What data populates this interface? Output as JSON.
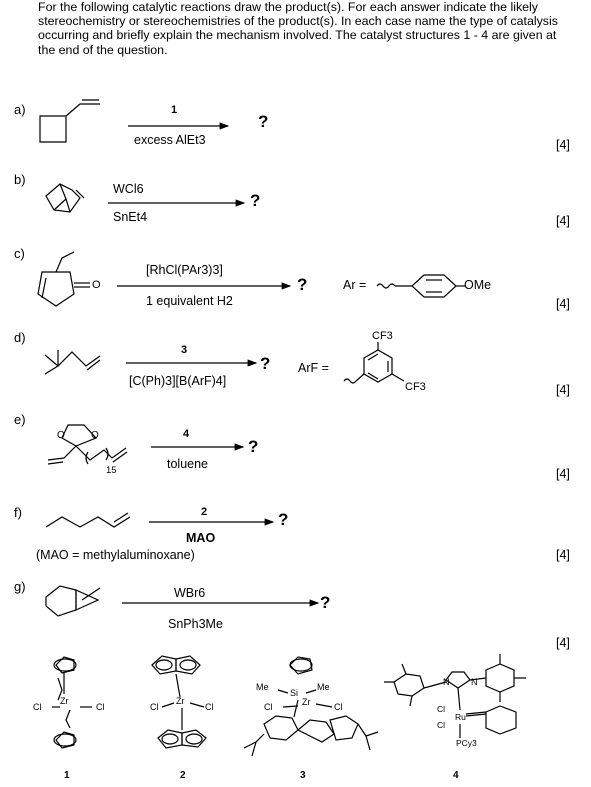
{
  "intro": "For the following catalytic reactions draw the product(s). For each answer indicate the likely stereochemistry or stereochemistries of the product(s). In each case name the type of catalysis occurring and briefly explain the mechanism involved. The catalyst structures 1 - 4 are given at the end of the question.",
  "question_mark": "?",
  "parts": [
    {
      "label": "a)",
      "above": "1",
      "below": "excess AlEt3",
      "marks": "[4]"
    },
    {
      "label": "b)",
      "above": "WCl6",
      "below": "SnEt4",
      "marks": "[4]"
    },
    {
      "label": "c)",
      "above": "[RhCl(PAr3)3]",
      "below": "1 equivalent H2",
      "marks": "[4]",
      "extra": "Ar =",
      "extra2": "OMe"
    },
    {
      "label": "d)",
      "above": "3",
      "below": "[C(Ph)3][B(ArF)4]",
      "marks": "[4]",
      "extra": "ArF =",
      "cf3": "CF3"
    },
    {
      "label": "e)",
      "above": "4",
      "below": "toluene",
      "marks": "[4]",
      "sub": "15"
    },
    {
      "label": "f)",
      "above": "2",
      "below": "MAO",
      "marks": "[4]",
      "note": "(MAO = methylaluminoxane)"
    },
    {
      "label": "g)",
      "above": "WBr6",
      "below": "SnPh3Me",
      "marks": "[4]"
    }
  ],
  "catalysts": {
    "numbers": [
      "1",
      "2",
      "3",
      "4"
    ],
    "cl": "Cl",
    "zr": "Zr",
    "me": "Me",
    "si": "Si",
    "ru": "Ru",
    "n": "N",
    "pcy3": "PCy3",
    "o": "O"
  }
}
